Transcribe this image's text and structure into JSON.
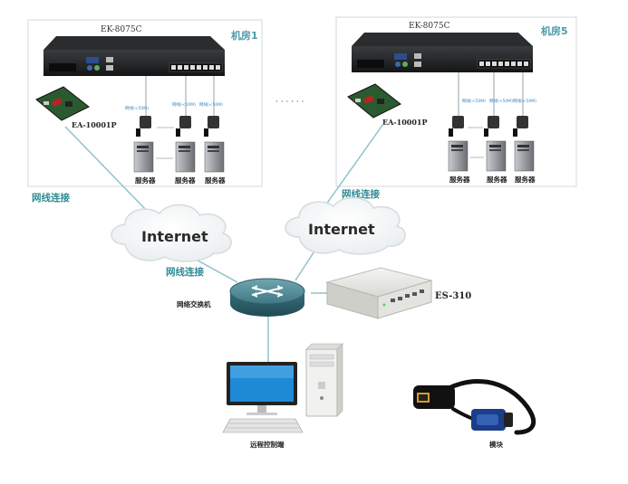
{
  "room1": {
    "device_label": "EK-8075C",
    "room_label": "机房1",
    "module_label": "EA-10001P",
    "port_labels": [
      "网线(<50M)",
      "网线(<50M)",
      "网线(<50M)"
    ],
    "server_labels": [
      "服务器",
      "服务器",
      "服务器"
    ]
  },
  "room5": {
    "device_label": "EK-8075C",
    "room_label": "机房5",
    "module_label": "EA-10001P",
    "port_labels": [
      "网线(<50M)",
      "网线(<50M)",
      "网线(<50M)"
    ],
    "server_labels": [
      "服务器",
      "服务器",
      "服务器"
    ]
  },
  "ellipsis": "· · · · · ·",
  "clouds": [
    "Internet",
    "Internet"
  ],
  "cable_labels": [
    "网线连接",
    "网线连接",
    "网线连接"
  ],
  "switch_label": "网络交换机",
  "es_label": "ES-310",
  "client_label": "远程控制端",
  "module_caption": "模块",
  "colors": {
    "teal": "#2e8b95",
    "room_label": "#4a9aa8",
    "frame": "#d0d8dc",
    "cable": "#8fc3c8"
  }
}
